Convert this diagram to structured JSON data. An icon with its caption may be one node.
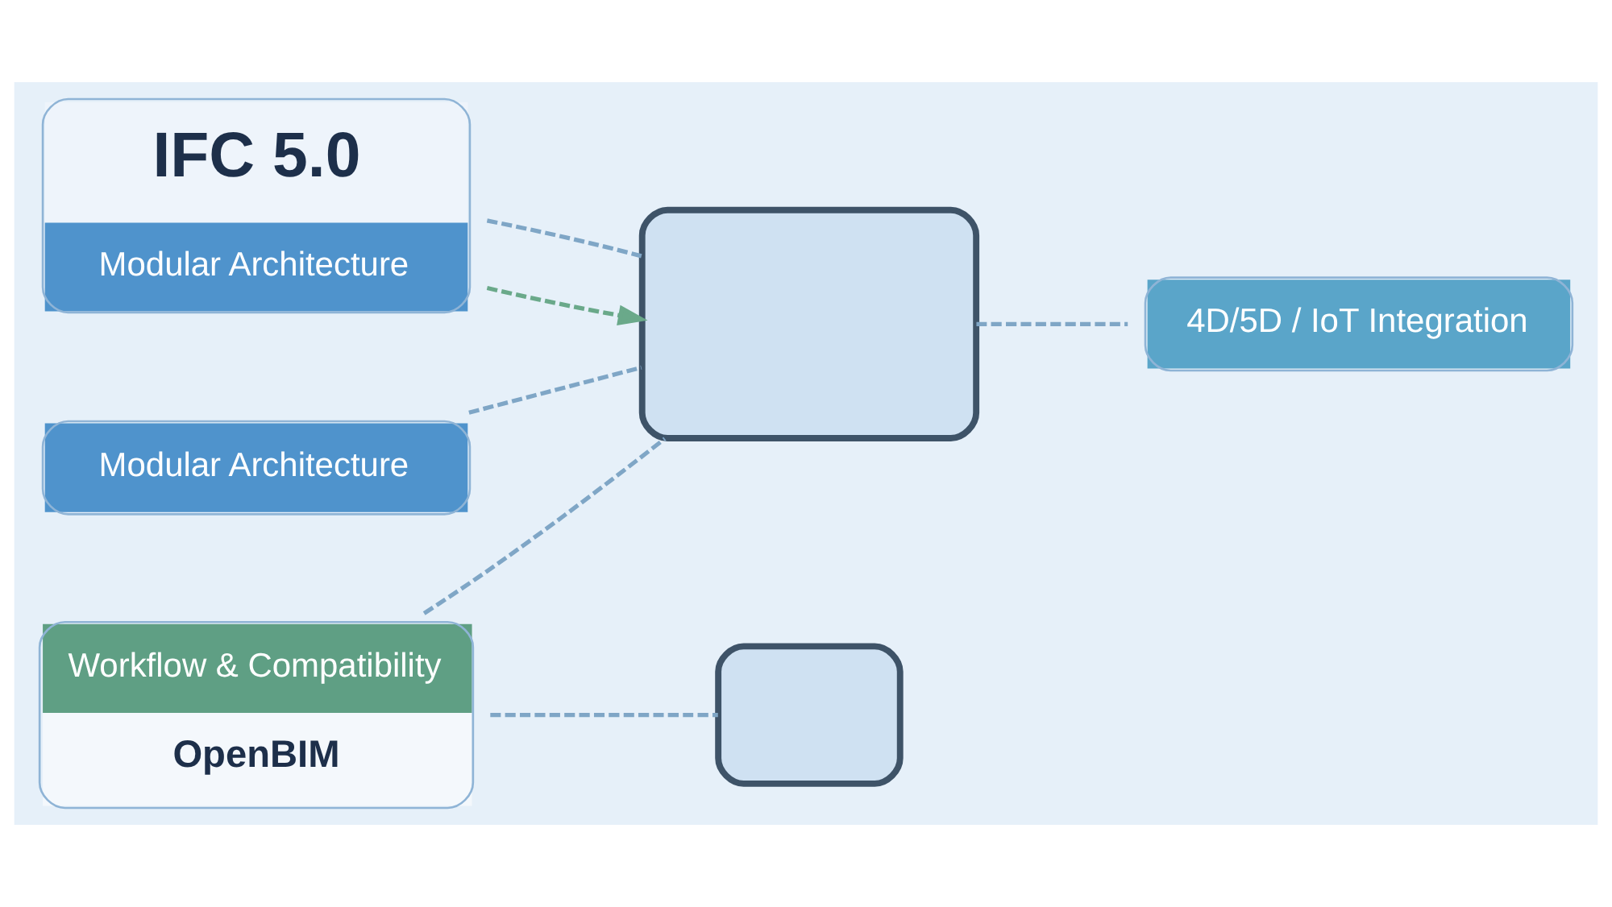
{
  "diagram": {
    "nodes": [
      {
        "text": [
          "IFC 5.0",
          "Modular Architecture"
        ]
      },
      {
        "text": [],
        "shape": "box"
      },
      {
        "text": [
          "4D/5D / IoT Integration"
        ]
      },
      {
        "text": [
          "Modular Architecture"
        ]
      },
      {
        "text": [
          "Workflow & Compatibility",
          "OpenBIM"
        ]
      },
      {
        "text": [],
        "shape": "box"
      }
    ],
    "edges": [
      {
        "from": 0,
        "to": 1,
        "arrow": "to",
        "style": "dashed",
        "color": "#6aa98a"
      },
      {
        "from": 0,
        "to": 1,
        "arrow": "none",
        "style": "dashed"
      },
      {
        "from": 3,
        "to": 1,
        "arrow": "none",
        "style": "dashed"
      },
      {
        "from": 4,
        "to": 1,
        "arrow": "none",
        "style": "dashed"
      },
      {
        "from": 1,
        "to": 2,
        "arrow": "none",
        "style": "dashed"
      },
      {
        "from": 4,
        "to": 5,
        "arrow": "none",
        "style": "dashed"
      }
    ]
  }
}
